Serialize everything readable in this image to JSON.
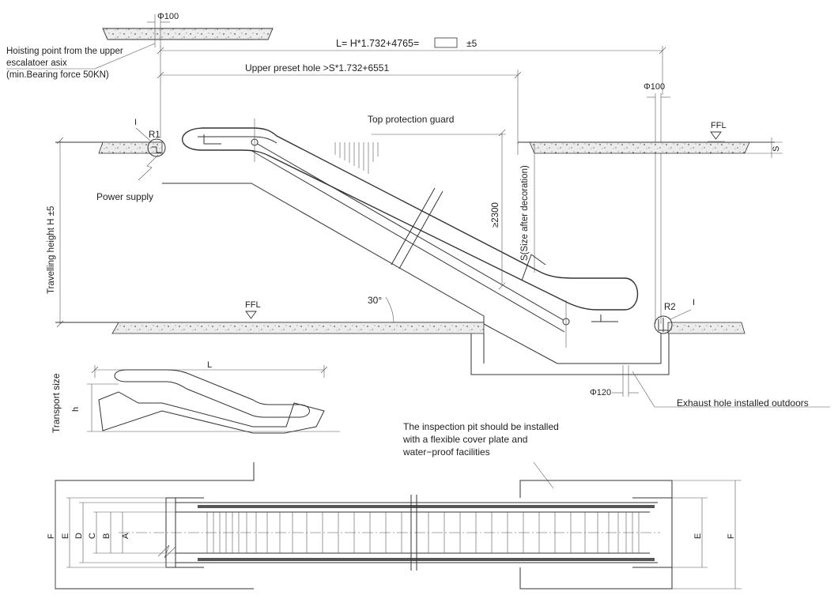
{
  "labels": {
    "phi100_top": "Φ100",
    "phi100_right": "Φ100",
    "phi120": "Φ120",
    "length_formula": "L= H*1.732+4765=",
    "tolerance": "±5",
    "hoisting_1": "Hoisting point from the upper",
    "hoisting_2": "escalatoer asix",
    "hoisting_3": "(min.Bearing force 50KN)",
    "upper_preset": "Upper preset hole >S*1.732+6551",
    "top_guard": "Top protection guard",
    "ffl_upper": "FFL",
    "ffl_lower": "FFL",
    "s_right": "S",
    "mark_i_left": "I",
    "mark_i_right": "I",
    "r1": "R1",
    "r2": "R2",
    "power_supply": "Power supply",
    "travelling_height": "Travelling height  H ±5",
    "clearance": "≥2300",
    "size_after_decoration": "S(Size after decoration)",
    "angle": "30°",
    "exhaust_hole": "Exhaust hole installed outdoors",
    "transport_size": "Transport size",
    "transport_L": "L",
    "transport_h": "h",
    "pit_note_1": "The inspection pit should be installed",
    "pit_note_2": "with a flexible cover plate and",
    "pit_note_3": "water−proof facilities",
    "dim_F": "F",
    "dim_E": "E",
    "dim_D": "D",
    "dim_C": "C",
    "dim_B": "B",
    "dim_A": "A",
    "dim_E_right": "E",
    "dim_F_right": "F"
  }
}
